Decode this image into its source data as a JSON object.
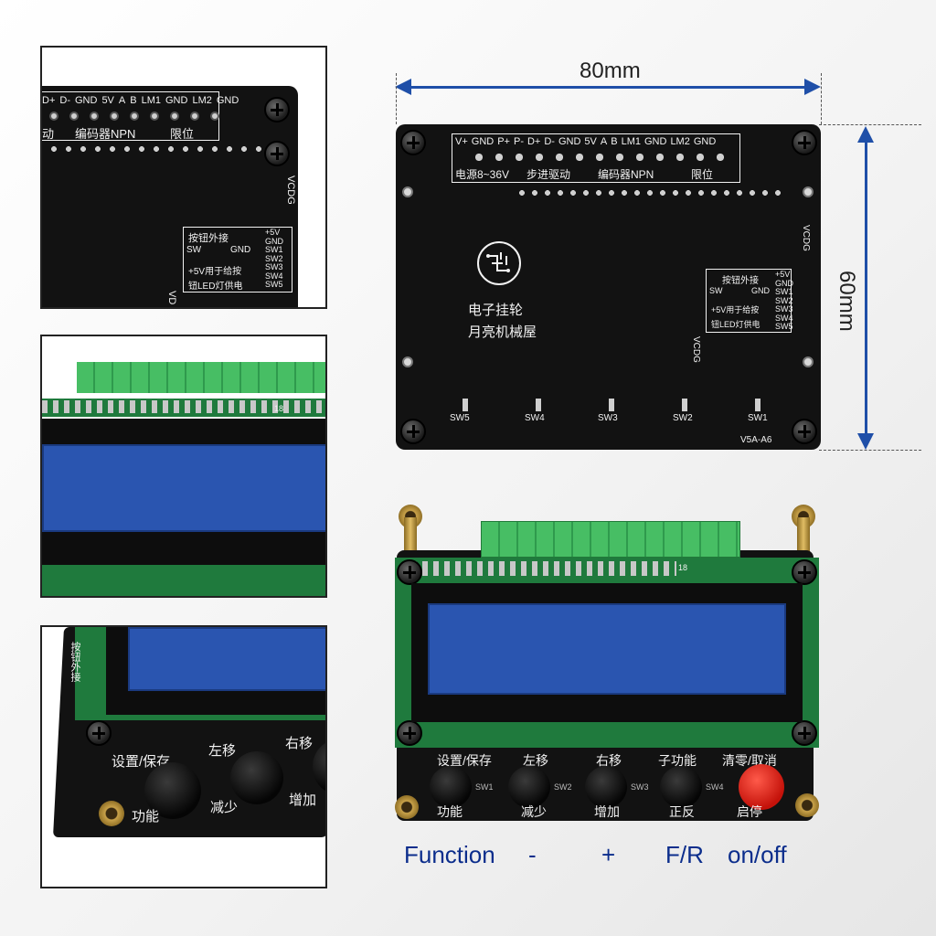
{
  "dimensions": {
    "width_label": "80mm",
    "height_label": "60mm"
  },
  "header_terminals": {
    "top_labels": [
      "V+",
      "GND",
      "P+",
      "P-",
      "D+",
      "D-",
      "GND",
      "5V",
      "A",
      "B",
      "LM1",
      "GND",
      "LM2",
      "GND"
    ],
    "group_labels": [
      "电源8~36V",
      "步进驱动",
      "编码器NPN",
      "限位"
    ]
  },
  "vcdg_label": "VCDG",
  "button_box": {
    "title": "按钮外接",
    "switch_label": "SW",
    "gnd_label": "GND",
    "note_line1": "+5V用于给按",
    "note_line2": "钮LED灯供电",
    "pins": [
      "+5V",
      "GND",
      "SW1",
      "SW2",
      "SW3",
      "SW4",
      "SW5"
    ]
  },
  "logo": {
    "line1": "电子挂轮",
    "line2": "月亮机械屋"
  },
  "switch_labels": [
    "SW5",
    "SW4",
    "SW3",
    "SW2",
    "SW1"
  ],
  "version": "V5A-A6",
  "header_pin_marker": "18",
  "front_panel": {
    "top_labels": [
      "设置/保存",
      "左移",
      "右移",
      "子功能",
      "清零/取消"
    ],
    "bottom_labels": [
      "功能",
      "减少",
      "增加",
      "正反",
      "启停"
    ],
    "sw_labels": [
      "SW1",
      "SW2",
      "SW3",
      "SW4"
    ]
  },
  "button_functions": [
    "Function",
    "-",
    "+",
    "F/R",
    "on/off"
  ],
  "detail_crop_1": {
    "top_labels": [
      "D+",
      "D-",
      "GND",
      "5V",
      "A",
      "B",
      "LM1",
      "GND",
      "LM2",
      "GND"
    ],
    "group_labels": [
      "动",
      "编码器NPN",
      "限位"
    ],
    "vcdg": "VCDG",
    "vd_label": "VD"
  },
  "detail_crop_3": {
    "side_label": "按钮外接",
    "top_labels": [
      "设置/保存",
      "左移",
      "右移"
    ],
    "bottom_labels": [
      "功能",
      "减少",
      "增加"
    ]
  },
  "colors": {
    "accent_blue": "#1f4fa8",
    "lcd_blue": "#2a55b0",
    "pcb_black": "#121212",
    "terminal_green": "#3fb35b",
    "button_red": "#d8201a"
  }
}
